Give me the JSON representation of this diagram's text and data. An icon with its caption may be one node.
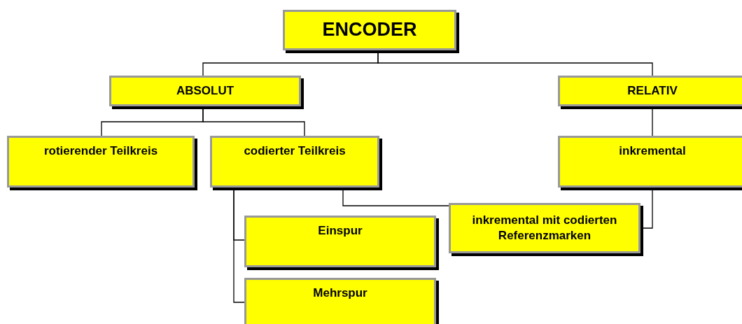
{
  "diagram": {
    "nodes": [
      {
        "text": [
          "ENCODER"
        ]
      },
      {
        "text": [
          "ABSOLUT"
        ]
      },
      {
        "text": [
          "RELATIV"
        ]
      },
      {
        "text": [
          "rotierender Teilkreis"
        ]
      },
      {
        "text": [
          "codierter Teilkreis"
        ]
      },
      {
        "text": [
          "inkremental"
        ]
      },
      {
        "text": [
          "inkremental mit codierten Referenzmarken"
        ]
      },
      {
        "text": [
          "Einspur"
        ]
      },
      {
        "text": [
          "Mehrspur"
        ]
      }
    ],
    "edges": [
      {
        "from": 0,
        "to": 1,
        "arrow": "none"
      },
      {
        "from": 0,
        "to": 2,
        "arrow": "none"
      },
      {
        "from": 1,
        "to": 3,
        "arrow": "none"
      },
      {
        "from": 1,
        "to": 4,
        "arrow": "none"
      },
      {
        "from": 2,
        "to": 5,
        "arrow": "none"
      },
      {
        "from": 4,
        "to": 6,
        "arrow": "none"
      },
      {
        "from": 5,
        "to": 6,
        "arrow": "none"
      },
      {
        "from": 4,
        "to": 7,
        "arrow": "none"
      },
      {
        "from": 4,
        "to": 8,
        "arrow": "none"
      }
    ]
  }
}
